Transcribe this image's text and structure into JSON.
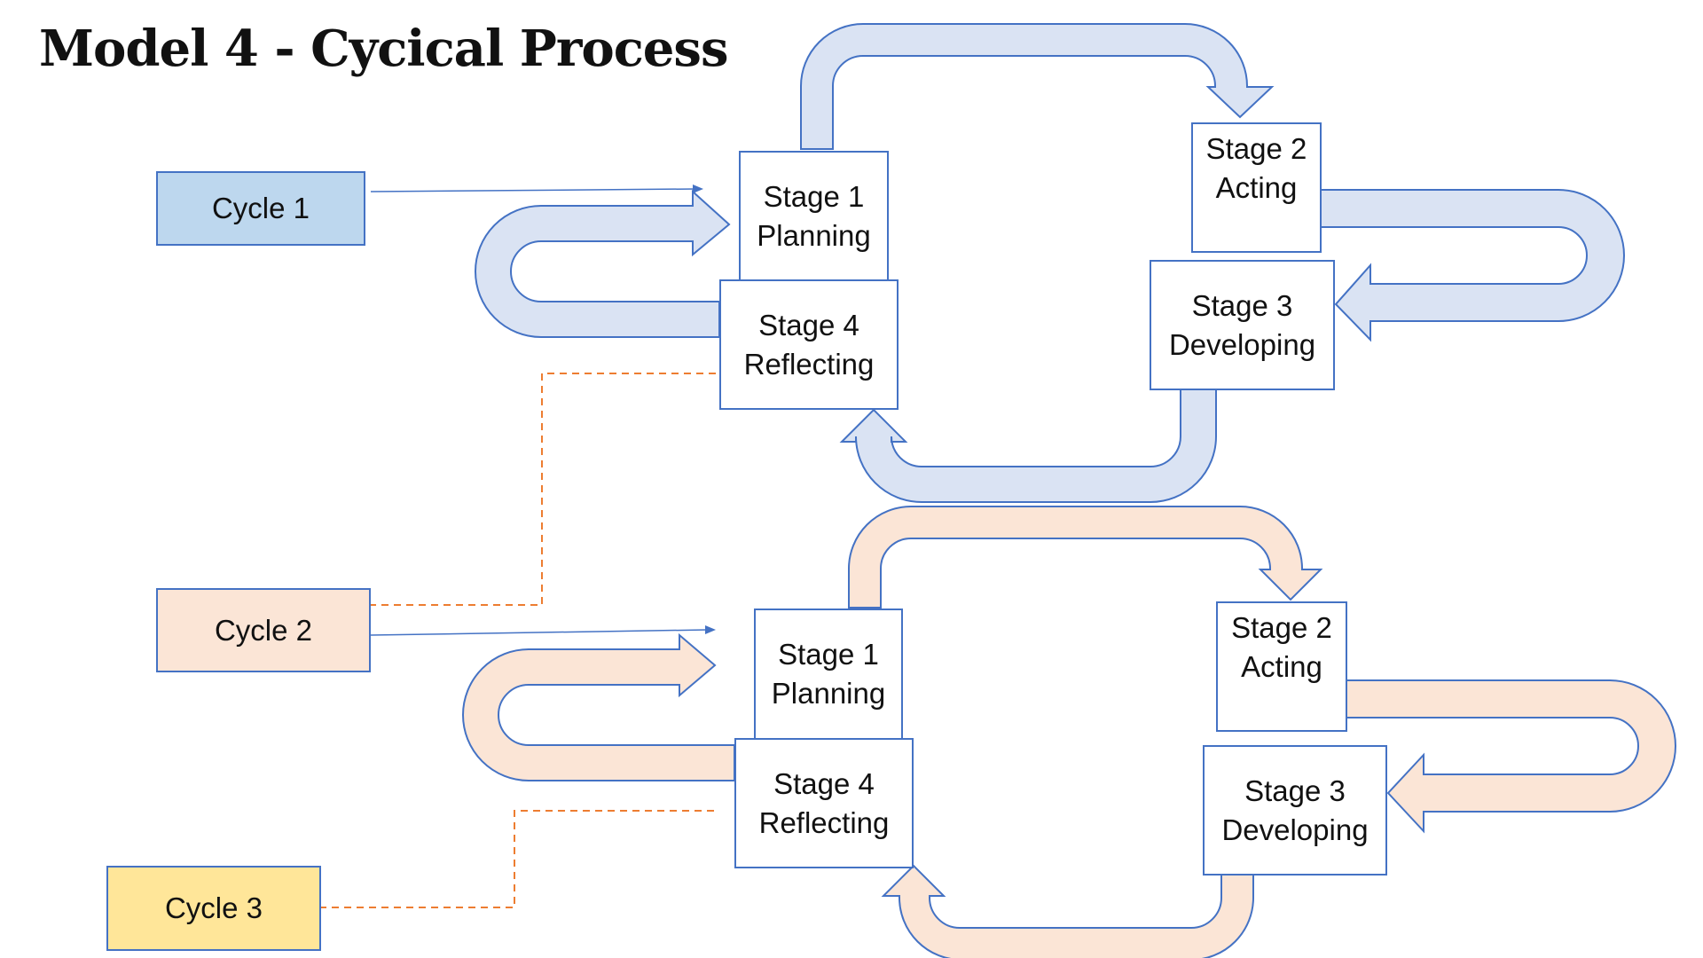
{
  "title": "Model 4 - Cycical Process",
  "colors": {
    "border": "#4472c4",
    "blue_arrow": "#dae3f3",
    "peach_arrow": "#fbe5d6",
    "dashed_connector": "#ed7d31",
    "cycle_1_fill": "#bdd7ee",
    "cycle_2_fill": "#fbe5d6",
    "cycle_3_fill": "#ffe699"
  },
  "cycles": [
    {
      "label": "Cycle 1"
    },
    {
      "label": "Cycle 2"
    },
    {
      "label": "Cycle 3"
    }
  ],
  "cycle_1_stages": [
    {
      "stage": "Stage 1",
      "name": "Planning"
    },
    {
      "stage": "Stage 2",
      "name": "Acting"
    },
    {
      "stage": "Stage 3",
      "name": "Developing"
    },
    {
      "stage": "Stage 4",
      "name": "Reflecting"
    }
  ],
  "cycle_2_stages": [
    {
      "stage": "Stage 1",
      "name": "Planning"
    },
    {
      "stage": "Stage 2",
      "name": "Acting"
    },
    {
      "stage": "Stage 3",
      "name": "Developing"
    },
    {
      "stage": "Stage 4",
      "name": "Reflecting"
    }
  ]
}
